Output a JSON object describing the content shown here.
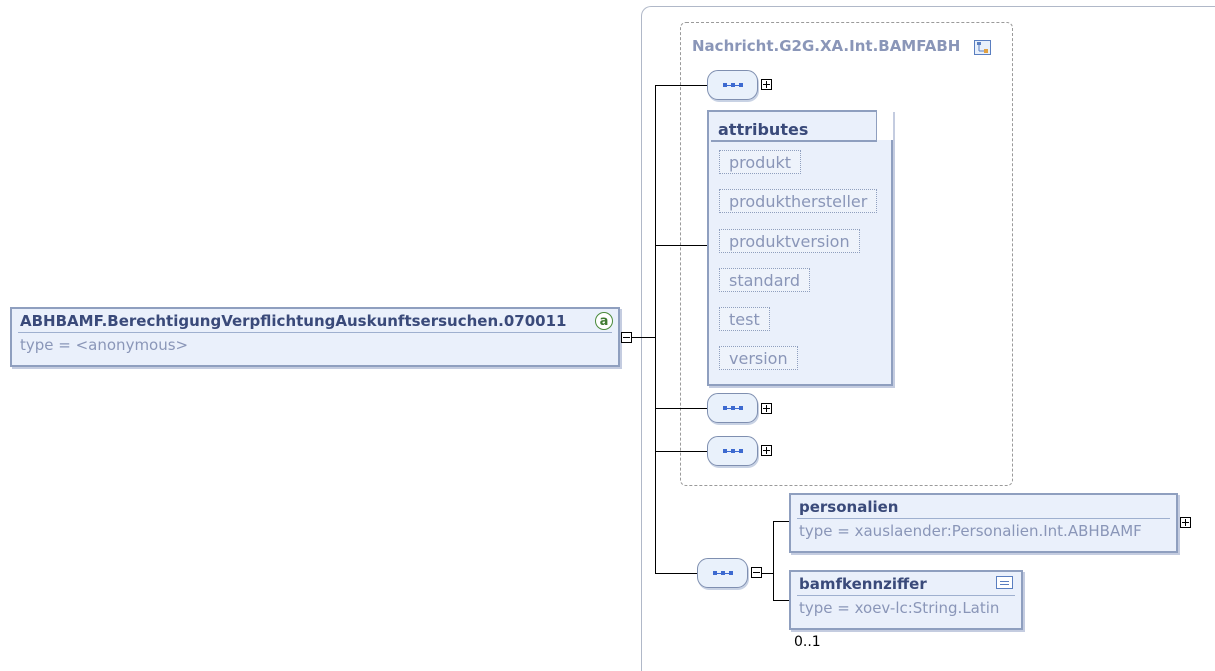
{
  "root": {
    "name": "ABHBAMF.BerechtigungVerpflichtungAuskunftsersuchen.070011",
    "type": "type = <anonymous>",
    "attr_badge": "a"
  },
  "group": {
    "title": "Nachricht.G2G.XA.Int.BAMFABH"
  },
  "attributes": {
    "header": "attributes",
    "items": [
      "produkt",
      "produkthersteller",
      "produktversion",
      "standard",
      "test",
      "version"
    ]
  },
  "personalien": {
    "name": "personalien",
    "type": "type = xauslaender:Personalien.Int.ABHBAMF"
  },
  "bamfkennziffer": {
    "name": "bamfkennziffer",
    "type": "type = xoev-lc:String.Latin",
    "occurs": "0..1"
  }
}
